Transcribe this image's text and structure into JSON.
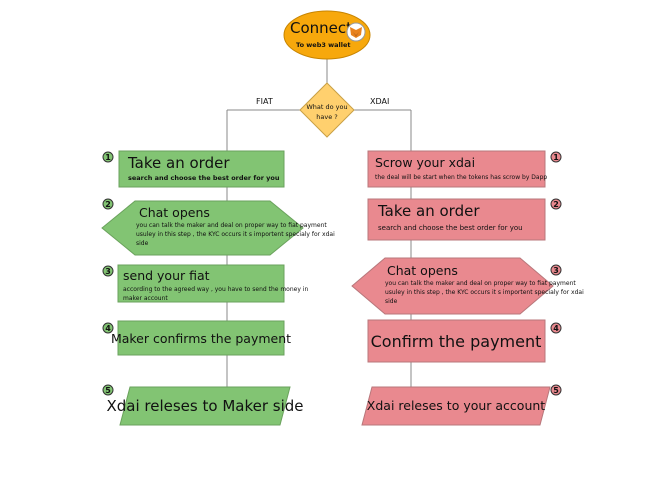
{
  "start": {
    "title": "Connect",
    "subtitle": "To web3 wallet",
    "icon": "metamask-fox-icon"
  },
  "decision": {
    "line1": "What do you",
    "line2": "have ?",
    "left_label": "FIAT",
    "right_label": "XDAI"
  },
  "fiat_steps": [
    {
      "num": "1",
      "title": "Take an order",
      "desc": [
        "search and choose the best order for you"
      ]
    },
    {
      "num": "2",
      "title": "Chat opens",
      "desc": [
        "you can talk the maker and deal on proper way to fiat payment",
        "usuley in this step , the KYC occurs it s importent specialy for xdai",
        "side"
      ]
    },
    {
      "num": "3",
      "title": "send your fiat",
      "desc": [
        "according to the agreed way , you have to send the money in",
        "maker account"
      ]
    },
    {
      "num": "4",
      "title": "Maker confirms the payment",
      "desc": []
    },
    {
      "num": "5",
      "title": "Xdai releses to Maker side",
      "desc": []
    }
  ],
  "xdai_steps": [
    {
      "num": "1",
      "title": "Scrow your xdai",
      "desc": [
        "the deal will be start when the tokens has scrow by Dapp"
      ]
    },
    {
      "num": "2",
      "title": "Take an order",
      "desc": [
        "search and choose the best order for you"
      ]
    },
    {
      "num": "3",
      "title": "Chat opens",
      "desc": [
        "you can talk the maker and deal on proper way to fiat payment",
        "usuley in this step , the KYC occurs it s importent specialy for xdai",
        "side"
      ]
    },
    {
      "num": "4",
      "title": "Confirm the payment",
      "desc": []
    },
    {
      "num": "5",
      "title": "Xdai releses to your account",
      "desc": []
    }
  ],
  "colors": {
    "fiat": "#82c473",
    "xdai": "#e9898f",
    "start": "#f7a80c",
    "decision": "#ffd06e"
  }
}
